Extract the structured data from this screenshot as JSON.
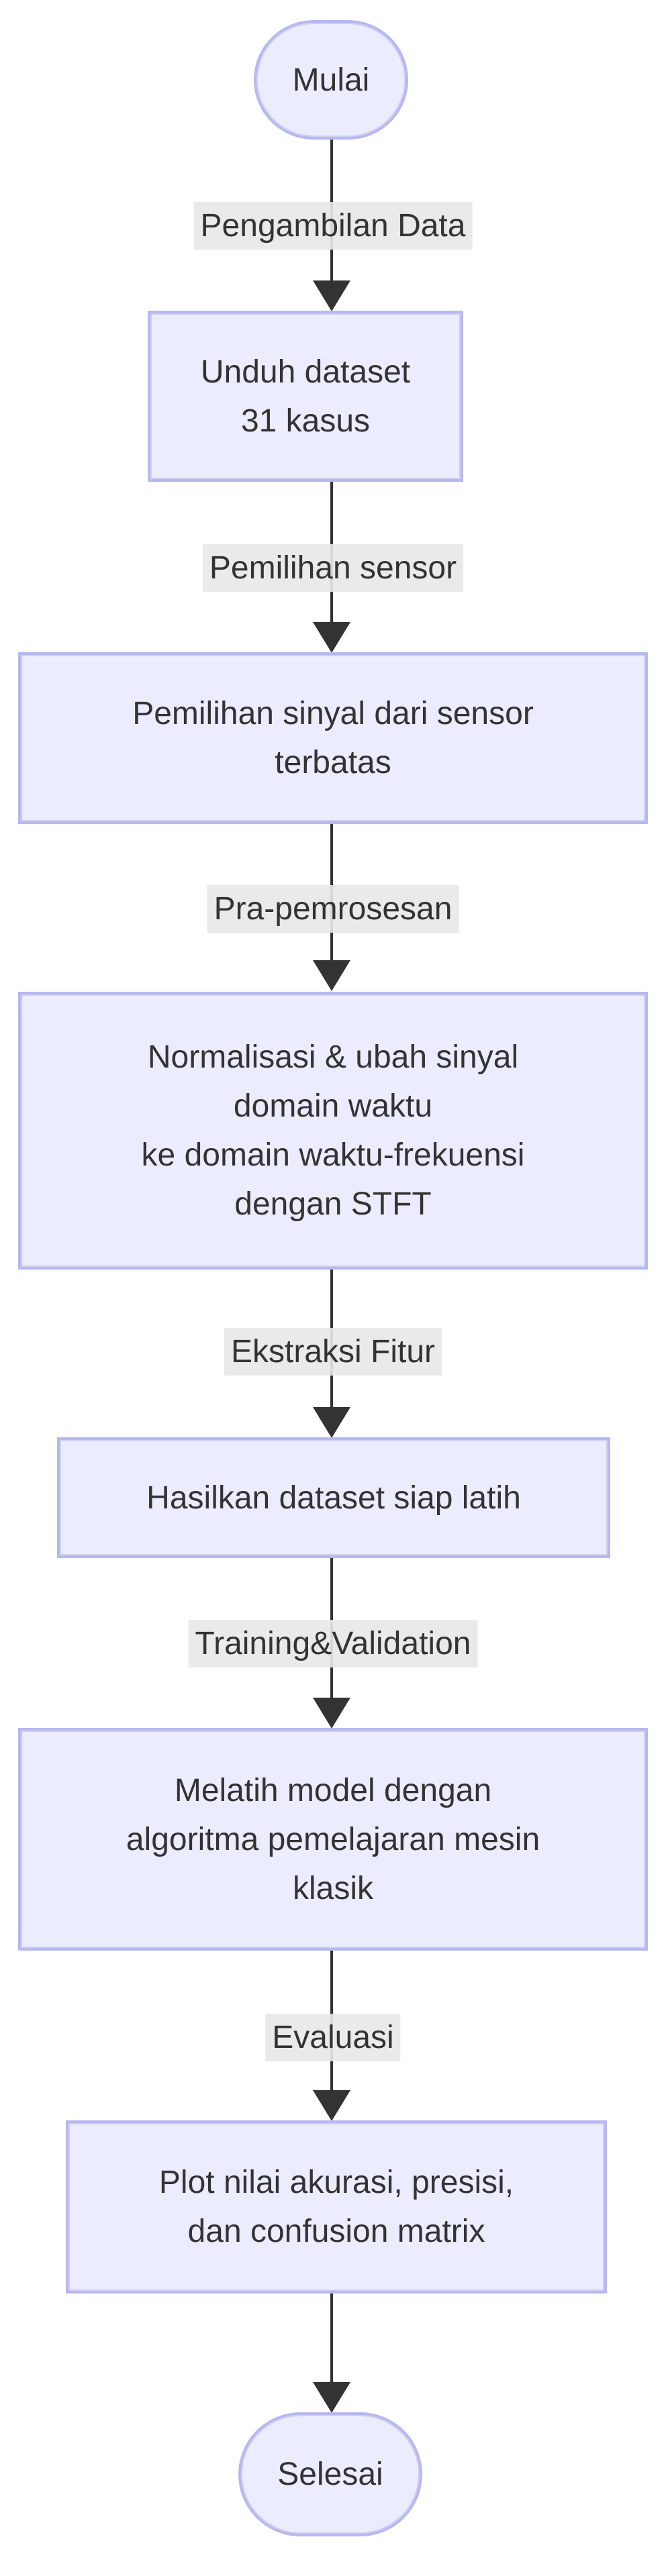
{
  "diagram": {
    "type": "flowchart",
    "direction": "top-down",
    "colors": {
      "node_fill": "#ececff",
      "node_border": "#b8b8f0",
      "text": "#333333",
      "edge": "#333333",
      "edge_label_bg": "#e8e8e8",
      "background": "#ffffff"
    },
    "nodes": [
      {
        "id": "start",
        "shape": "stadium",
        "lines": [
          "Mulai"
        ]
      },
      {
        "id": "unduh-dataset",
        "shape": "rect",
        "lines": [
          "Unduh dataset",
          "31 kasus"
        ]
      },
      {
        "id": "pemilihan-sinyal",
        "shape": "rect",
        "lines": [
          "Pemilihan sinyal dari sensor",
          "terbatas"
        ]
      },
      {
        "id": "normalisasi-stft",
        "shape": "rect",
        "lines": [
          "Normalisasi & ubah sinyal",
          "domain waktu",
          "ke domain waktu-frekuensi",
          "dengan STFT"
        ]
      },
      {
        "id": "hasilkan-dataset",
        "shape": "rect",
        "lines": [
          "Hasilkan dataset siap latih"
        ]
      },
      {
        "id": "melatih-model",
        "shape": "rect",
        "lines": [
          "Melatih model dengan",
          "algoritma pemelajaran mesin",
          "klasik"
        ]
      },
      {
        "id": "plot-evaluasi",
        "shape": "rect",
        "lines": [
          "Plot nilai akurasi, presisi,",
          "dan confusion matrix"
        ]
      },
      {
        "id": "end",
        "shape": "stadium",
        "lines": [
          "Selesai"
        ]
      }
    ],
    "edges": [
      {
        "from": "start",
        "to": "unduh-dataset",
        "label": "Pengambilan Data"
      },
      {
        "from": "unduh-dataset",
        "to": "pemilihan-sinyal",
        "label": "Pemilihan sensor"
      },
      {
        "from": "pemilihan-sinyal",
        "to": "normalisasi-stft",
        "label": "Pra-pemrosesan"
      },
      {
        "from": "normalisasi-stft",
        "to": "hasilkan-dataset",
        "label": "Ekstraksi Fitur"
      },
      {
        "from": "hasilkan-dataset",
        "to": "melatih-model",
        "label": "Training&Validation"
      },
      {
        "from": "melatih-model",
        "to": "plot-evaluasi",
        "label": "Evaluasi"
      },
      {
        "from": "plot-evaluasi",
        "to": "end",
        "label": ""
      }
    ]
  }
}
